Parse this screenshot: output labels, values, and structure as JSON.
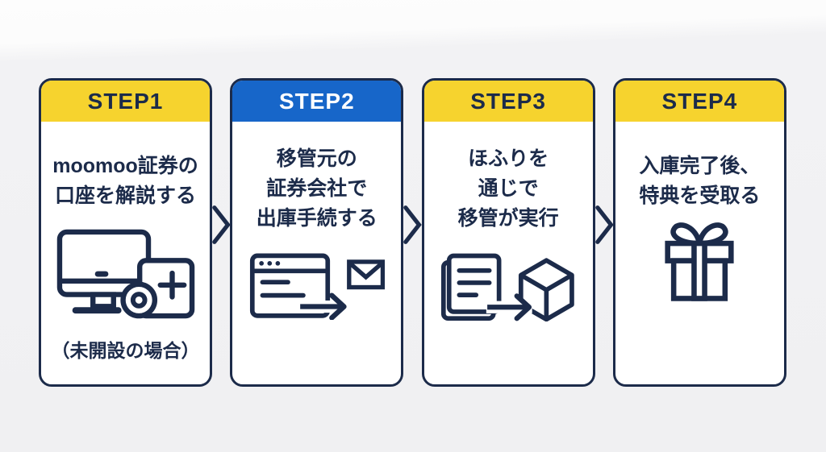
{
  "colors": {
    "accent_yellow": "#F6D32E",
    "accent_blue": "#1766C9",
    "navy_ink": "#1C2B4A",
    "card_background": "#FFFFFF",
    "page_background": "#F0F0F2"
  },
  "steps": [
    {
      "label": "STEP1",
      "header_color": "yellow",
      "text_lines": [
        "moomoo証券の",
        "口座を解説する"
      ],
      "icon": "account-devices-icon",
      "caption": "（未開設の場合）"
    },
    {
      "label": "STEP2",
      "header_color": "blue",
      "text_lines": [
        "移管元の",
        "証券会社で",
        "出庫手続する"
      ],
      "icon": "browser-send-mail-icon"
    },
    {
      "label": "STEP3",
      "header_color": "yellow",
      "text_lines": [
        "ほふりを",
        "通じで",
        "移管が実行"
      ],
      "icon": "documents-to-box-icon"
    },
    {
      "label": "STEP4",
      "header_color": "yellow",
      "text_lines": [
        "入庫完了後、",
        "特典を受取る"
      ],
      "icon": "gift-icon"
    }
  ]
}
